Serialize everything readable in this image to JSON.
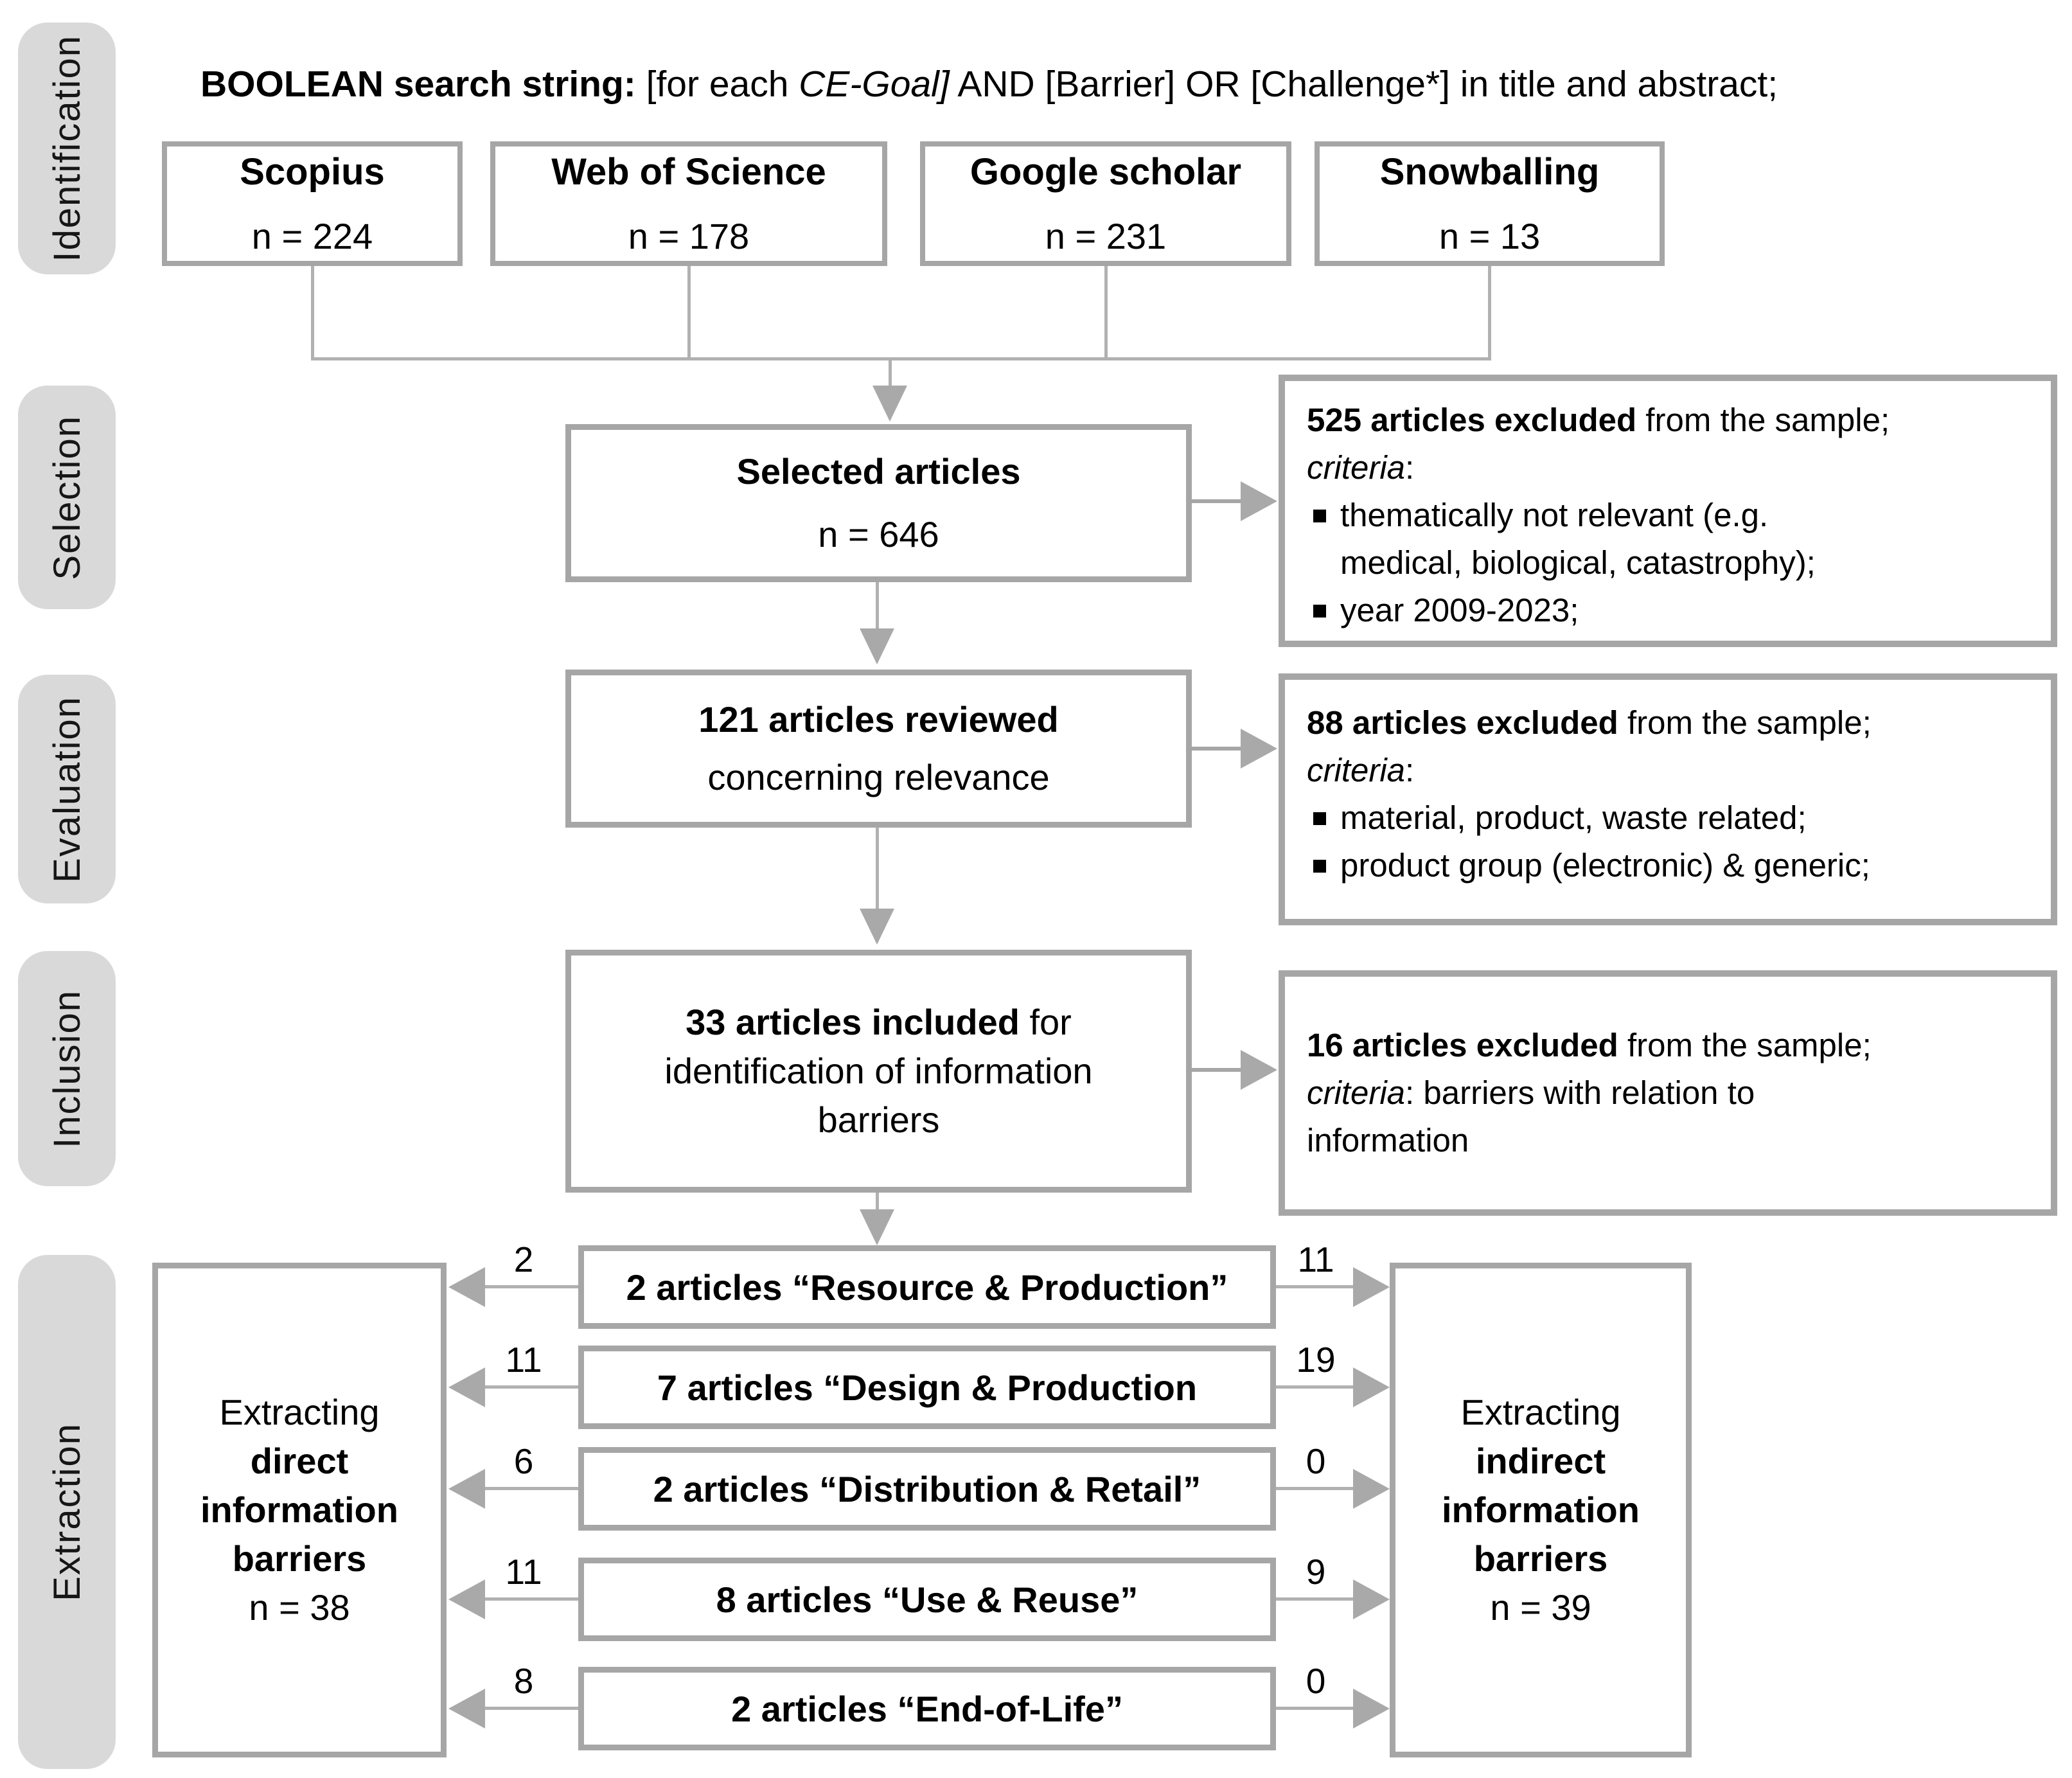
{
  "title": {
    "bold": "BOOLEAN search string:",
    "regular1": " [for each ",
    "italic": "CE-Goal]",
    "regular2": "  AND [Barrier] OR [Challenge*] in title and abstract;"
  },
  "stage_labels": [
    "Identification",
    "Selection",
    "Evaluation",
    "Inclusion",
    "Extraction"
  ],
  "sources": [
    {
      "name": "Scopius",
      "count": "n = 224"
    },
    {
      "name": "Web of Science",
      "count": "n = 178"
    },
    {
      "name": "Google scholar",
      "count": "n = 231"
    },
    {
      "name": "Snowballing",
      "count": "n = 13"
    }
  ],
  "flow": {
    "selected": {
      "title": "Selected articles",
      "count": "n = 646"
    },
    "reviewed": {
      "title": "121 articles reviewed",
      "subtitle": "concerning relevance"
    },
    "included": {
      "bold": "33 articles included",
      "rest": " for identification of information barriers"
    }
  },
  "exclusions": [
    {
      "lead_bold": "525 articles excluded",
      "lead_rest": " from the sample;",
      "criteria_italic": "criteria",
      "criteria_rest": ":",
      "bullets": [
        "thematically not relevant (e.g.\nmedical, biological, catastrophy);",
        "year 2009-2023;"
      ]
    },
    {
      "lead_bold": "88 articles excluded",
      "lead_rest": " from the sample;",
      "criteria_italic": "criteria",
      "criteria_rest": ":",
      "bullets": [
        "material, product, waste related;",
        "product group (electronic) & generic;"
      ]
    },
    {
      "lead_bold": "16 articles excluded",
      "lead_rest": " from the sample;",
      "criteria_italic": "criteria",
      "criteria_rest": ": barriers with relation to\ninformation",
      "bullets": []
    }
  ],
  "extraction": {
    "direct": {
      "pre": "Extracting",
      "bold1": "direct",
      "bold2": "information",
      "bold3": "barriers",
      "count": "n = 38"
    },
    "indirect": {
      "pre": "Extracting",
      "bold1": "indirect",
      "bold2": "information",
      "bold3": "barriers",
      "count": "n = 39"
    },
    "rows": [
      {
        "label": "2 articles “Resource & Production”",
        "left": "2",
        "right": "11"
      },
      {
        "label": "7 articles “Design & Production",
        "left": "11",
        "right": "19"
      },
      {
        "label": "2 articles “Distribution & Retail”",
        "left": "6",
        "right": "0"
      },
      {
        "label": "8 articles “Use & Reuse”",
        "left": "11",
        "right": "9"
      },
      {
        "label": "2 articles “End-of-Life”",
        "left": "8",
        "right": "0"
      }
    ]
  },
  "colors": {
    "box_border": "#a6a6a6",
    "line_gray": "#b1b1b1",
    "arrow_gray": "#a9a9a9",
    "pill_bg": "#d9d9d9"
  }
}
